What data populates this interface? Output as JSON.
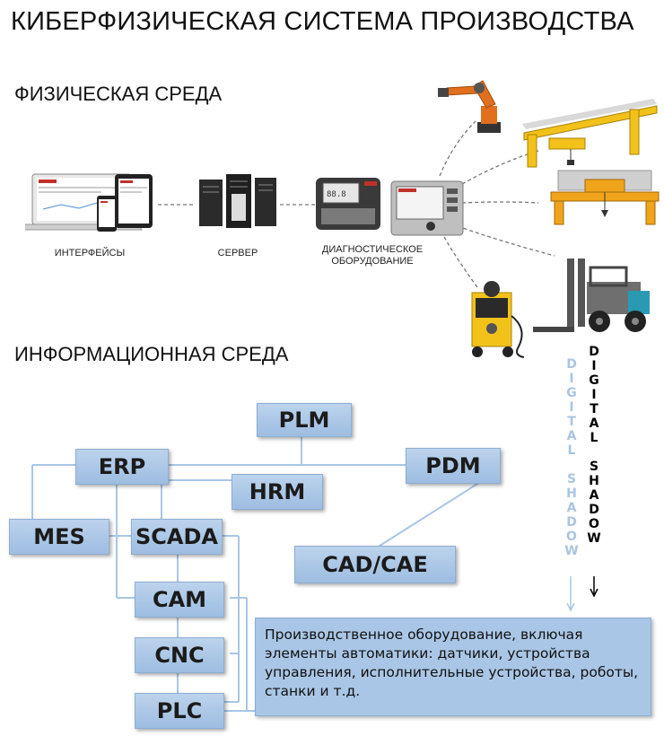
{
  "title": "КИБЕРФИЗИЧЕСКАЯ СИСТЕМА ПРОИЗВОДСТВА",
  "physical": {
    "heading": "ФИЗИЧЕСКАЯ СРЕДА",
    "devices": {
      "interfaces": "ИНТЕРФЕЙСЫ",
      "server": "СЕРВЕР",
      "diag_line1": "ДИАГНОСТИЧЕСКОЕ",
      "diag_line2": "ОБОРУДОВАНИЕ"
    }
  },
  "info": {
    "heading": "ИНФОРМАЦИОННАЯ СРЕДА",
    "boxes": {
      "plm": "PLM",
      "erp": "ERP",
      "pdm": "PDM",
      "hrm": "HRM",
      "mes": "MES",
      "scada": "SCADA",
      "cadcae": "CAD/CAE",
      "cam": "CAM",
      "cnc": "CNC",
      "plc": "PLC"
    },
    "description": "Производственное оборудование, включая элементы автоматики: датчики, устройства управления, исполнительные устройства, роботы, станки и т.д."
  },
  "digital_shadow": {
    "ghost_text": "DIGITAL SHADOW",
    "main_text": "DIGITAL SHADOW",
    "arrow": "↓"
  },
  "colors": {
    "box_fill": "#a9c6e6",
    "box_border": "#8eaed2",
    "line": "#a9c6e6",
    "ghost": "#a9c5e3",
    "robot_orange": "#e0701e",
    "crane_yellow": "#f2c21b",
    "forklift_gray": "#6f6f6f",
    "forklift_teal": "#2a9ab3"
  }
}
